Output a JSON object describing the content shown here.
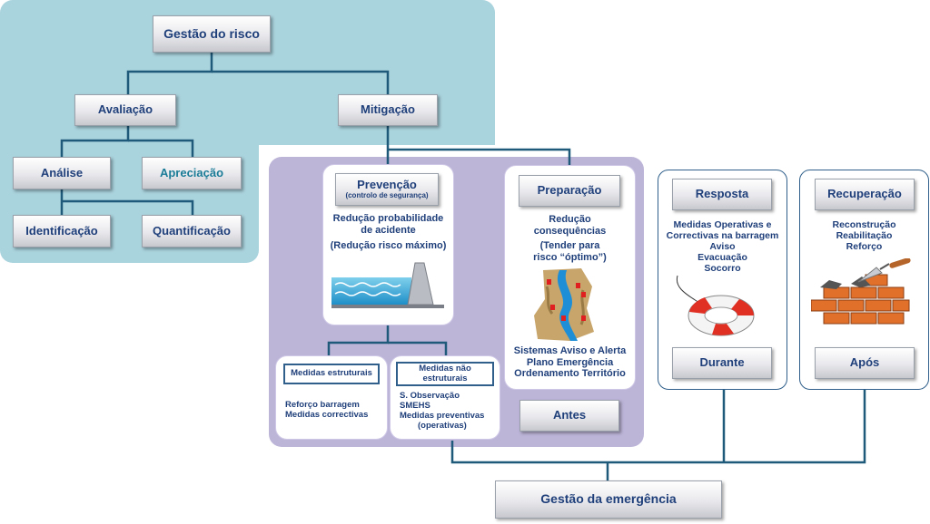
{
  "risk": {
    "title": "Gestão do risco",
    "avaliacao": "Avaliação",
    "mitigacao": "Mitigação",
    "analise": "Análise",
    "apreciacao": "Apreciação",
    "identificacao": "Identificação",
    "quantificacao": "Quantificação"
  },
  "prevencao": {
    "title": "Prevenção",
    "subtitle": "(controlo de segurança)",
    "line1": "Redução probabilidade",
    "line2": "de acidente",
    "line3": "(Redução risco máximo)"
  },
  "estruturais": {
    "title": "Medidas estruturais",
    "items": [
      "Reforço barragem",
      "Medidas correctivas"
    ]
  },
  "nao_estruturais": {
    "title_line1": "Medidas não",
    "title_line2": "estruturais",
    "items": [
      "S. Observação",
      "SMEHS",
      "Medidas preventivas",
      "(operativas)"
    ]
  },
  "preparacao": {
    "title": "Preparação",
    "line1": "Redução",
    "line2": "consequências",
    "line3": "(Tender para",
    "line4": "risco “óptimo”)",
    "items": [
      "Sistemas Aviso e Alerta",
      "Plano Emergência",
      "Ordenamento Território"
    ]
  },
  "antes": "Antes",
  "resposta": {
    "title": "Resposta",
    "items": [
      "Medidas Operativas e",
      "Correctivas na barragem",
      "Aviso",
      "Evacuação",
      "Socorro"
    ],
    "footer": "Durante"
  },
  "recuperacao": {
    "title": "Recuperação",
    "items": [
      "Reconstrução",
      "Reabilitação",
      "Reforço"
    ],
    "footer": "Após"
  },
  "emergencia": "Gestão da emergência",
  "colors": {
    "line": "#1f5a7a",
    "text": "#1f3f7a",
    "teal_text": "#1b7c97",
    "blue_panel": "#a9d3dd",
    "purple_panel": "#bdb5d8"
  }
}
